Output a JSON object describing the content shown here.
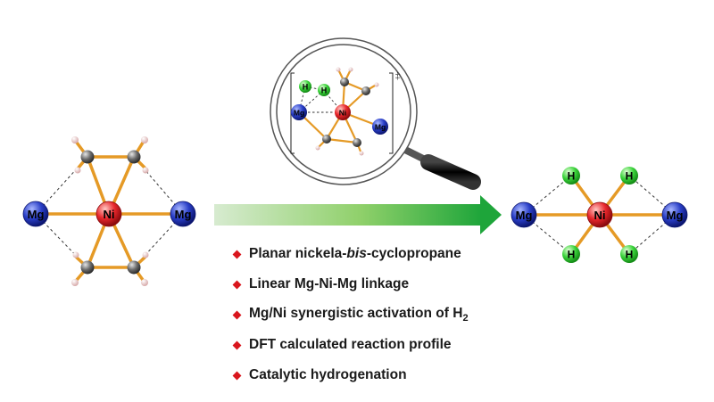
{
  "colors": {
    "mg_atom": "#2a3fc8",
    "ni_atom": "#e8262b",
    "h_atom": "#3cd43c",
    "carbon_atom": "#6b6b6b",
    "small_h_atom": "#f0c8c8",
    "bond": "#e59a26",
    "arrow_start": "#d7ebd0",
    "arrow_end": "#1ea53a",
    "bullet_diamond": "#d9161d",
    "magnifier_handle": "#111111"
  },
  "left_structure": {
    "mg_left": "Mg",
    "ni": "Ni",
    "mg_right": "Mg"
  },
  "transition_state": {
    "h1": "H",
    "h2": "H",
    "mg_left": "Mg",
    "ni": "Ni",
    "mg_right": "Mg",
    "double_dagger": "‡"
  },
  "right_structure": {
    "h_top_left": "H",
    "h_top_right": "H",
    "mg_left": "Mg",
    "ni": "Ni",
    "mg_right": "Mg",
    "h_bottom_left": "H",
    "h_bottom_right": "H"
  },
  "bullets": {
    "item1_prefix": "Planar nickela-",
    "item1_italic": "bis",
    "item1_suffix": "-cyclopropane",
    "item2": "Linear Mg-Ni-Mg linkage",
    "item3_text": "Mg/Ni synergistic activation of H",
    "item3_subscript": "2",
    "item4": "DFT calculated reaction profile",
    "item5": "Catalytic hydrogenation"
  }
}
